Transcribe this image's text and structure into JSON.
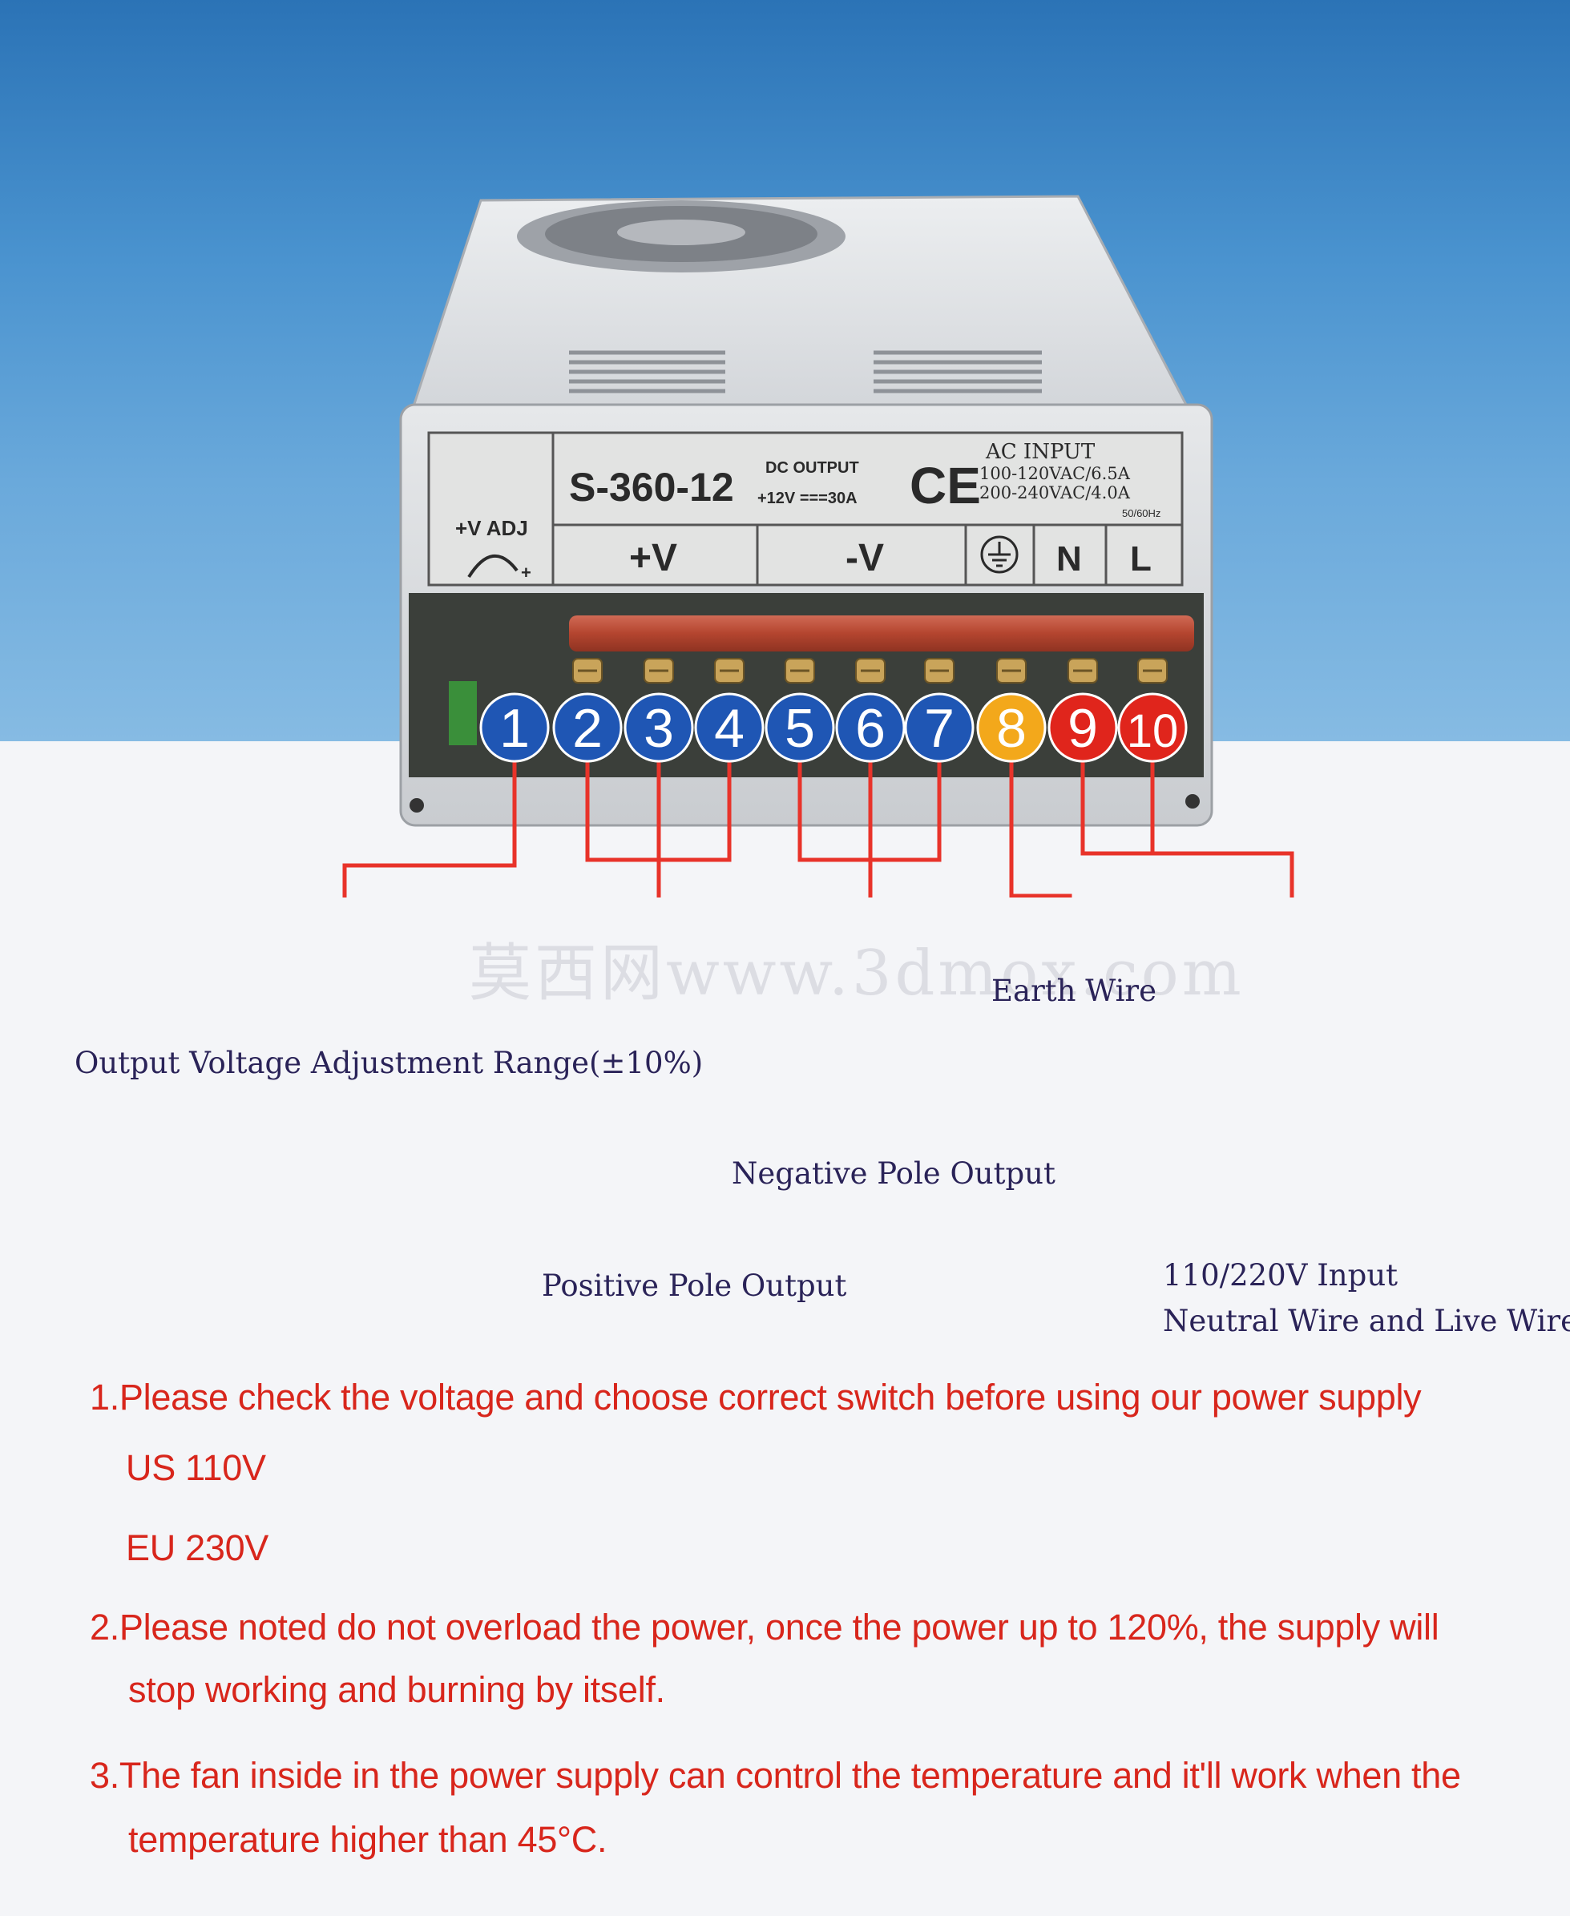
{
  "psu": {
    "model": "S-360-12",
    "dc_output_label": "DC OUTPUT",
    "dc_output_value": "+12V ===30A",
    "ce_mark": "CE",
    "ac_input_title": "AC INPUT",
    "ac_input_line1": "100-120VAC/6.5A",
    "ac_input_line2": "200-240VAC/4.0A",
    "ac_input_freq": "50/60Hz",
    "adj_label": "+V ADJ",
    "adj_plus": "+",
    "terminal_labels": [
      "+V",
      "-V",
      "N",
      "L"
    ],
    "terminal_numbers": [
      "1",
      "2",
      "3",
      "4",
      "5",
      "6",
      "7",
      "8",
      "9",
      "10"
    ],
    "colors": {
      "blue": "#1f56b4",
      "yellow": "#f3a81b",
      "red": "#e0251c",
      "wire": "#e8332a"
    }
  },
  "callouts": {
    "adjust": "Output Voltage Adjustment Range(±10%)",
    "positive": "Positive Pole Output",
    "negative": "Negative Pole Output",
    "earth": "Earth Wire",
    "input_line1": "110/220V Input",
    "input_line2": "Neutral Wire and Live Wire"
  },
  "watermark": "莫西网www.3dmox.com",
  "notes": {
    "n1": "1.Please check the voltage and choose correct switch before using our power supply",
    "n1_us": "US 110V",
    "n1_eu": "EU 230V",
    "n2_line1": "2.Please noted do not overload the power, once the power up to 120%, the supply will",
    "n2_line2": "stop working and burning by itself.",
    "n3_line1": "3.The fan inside in the power supply can control the temperature and it'll work when the",
    "n3_line2": "temperature higher than 45°C."
  }
}
